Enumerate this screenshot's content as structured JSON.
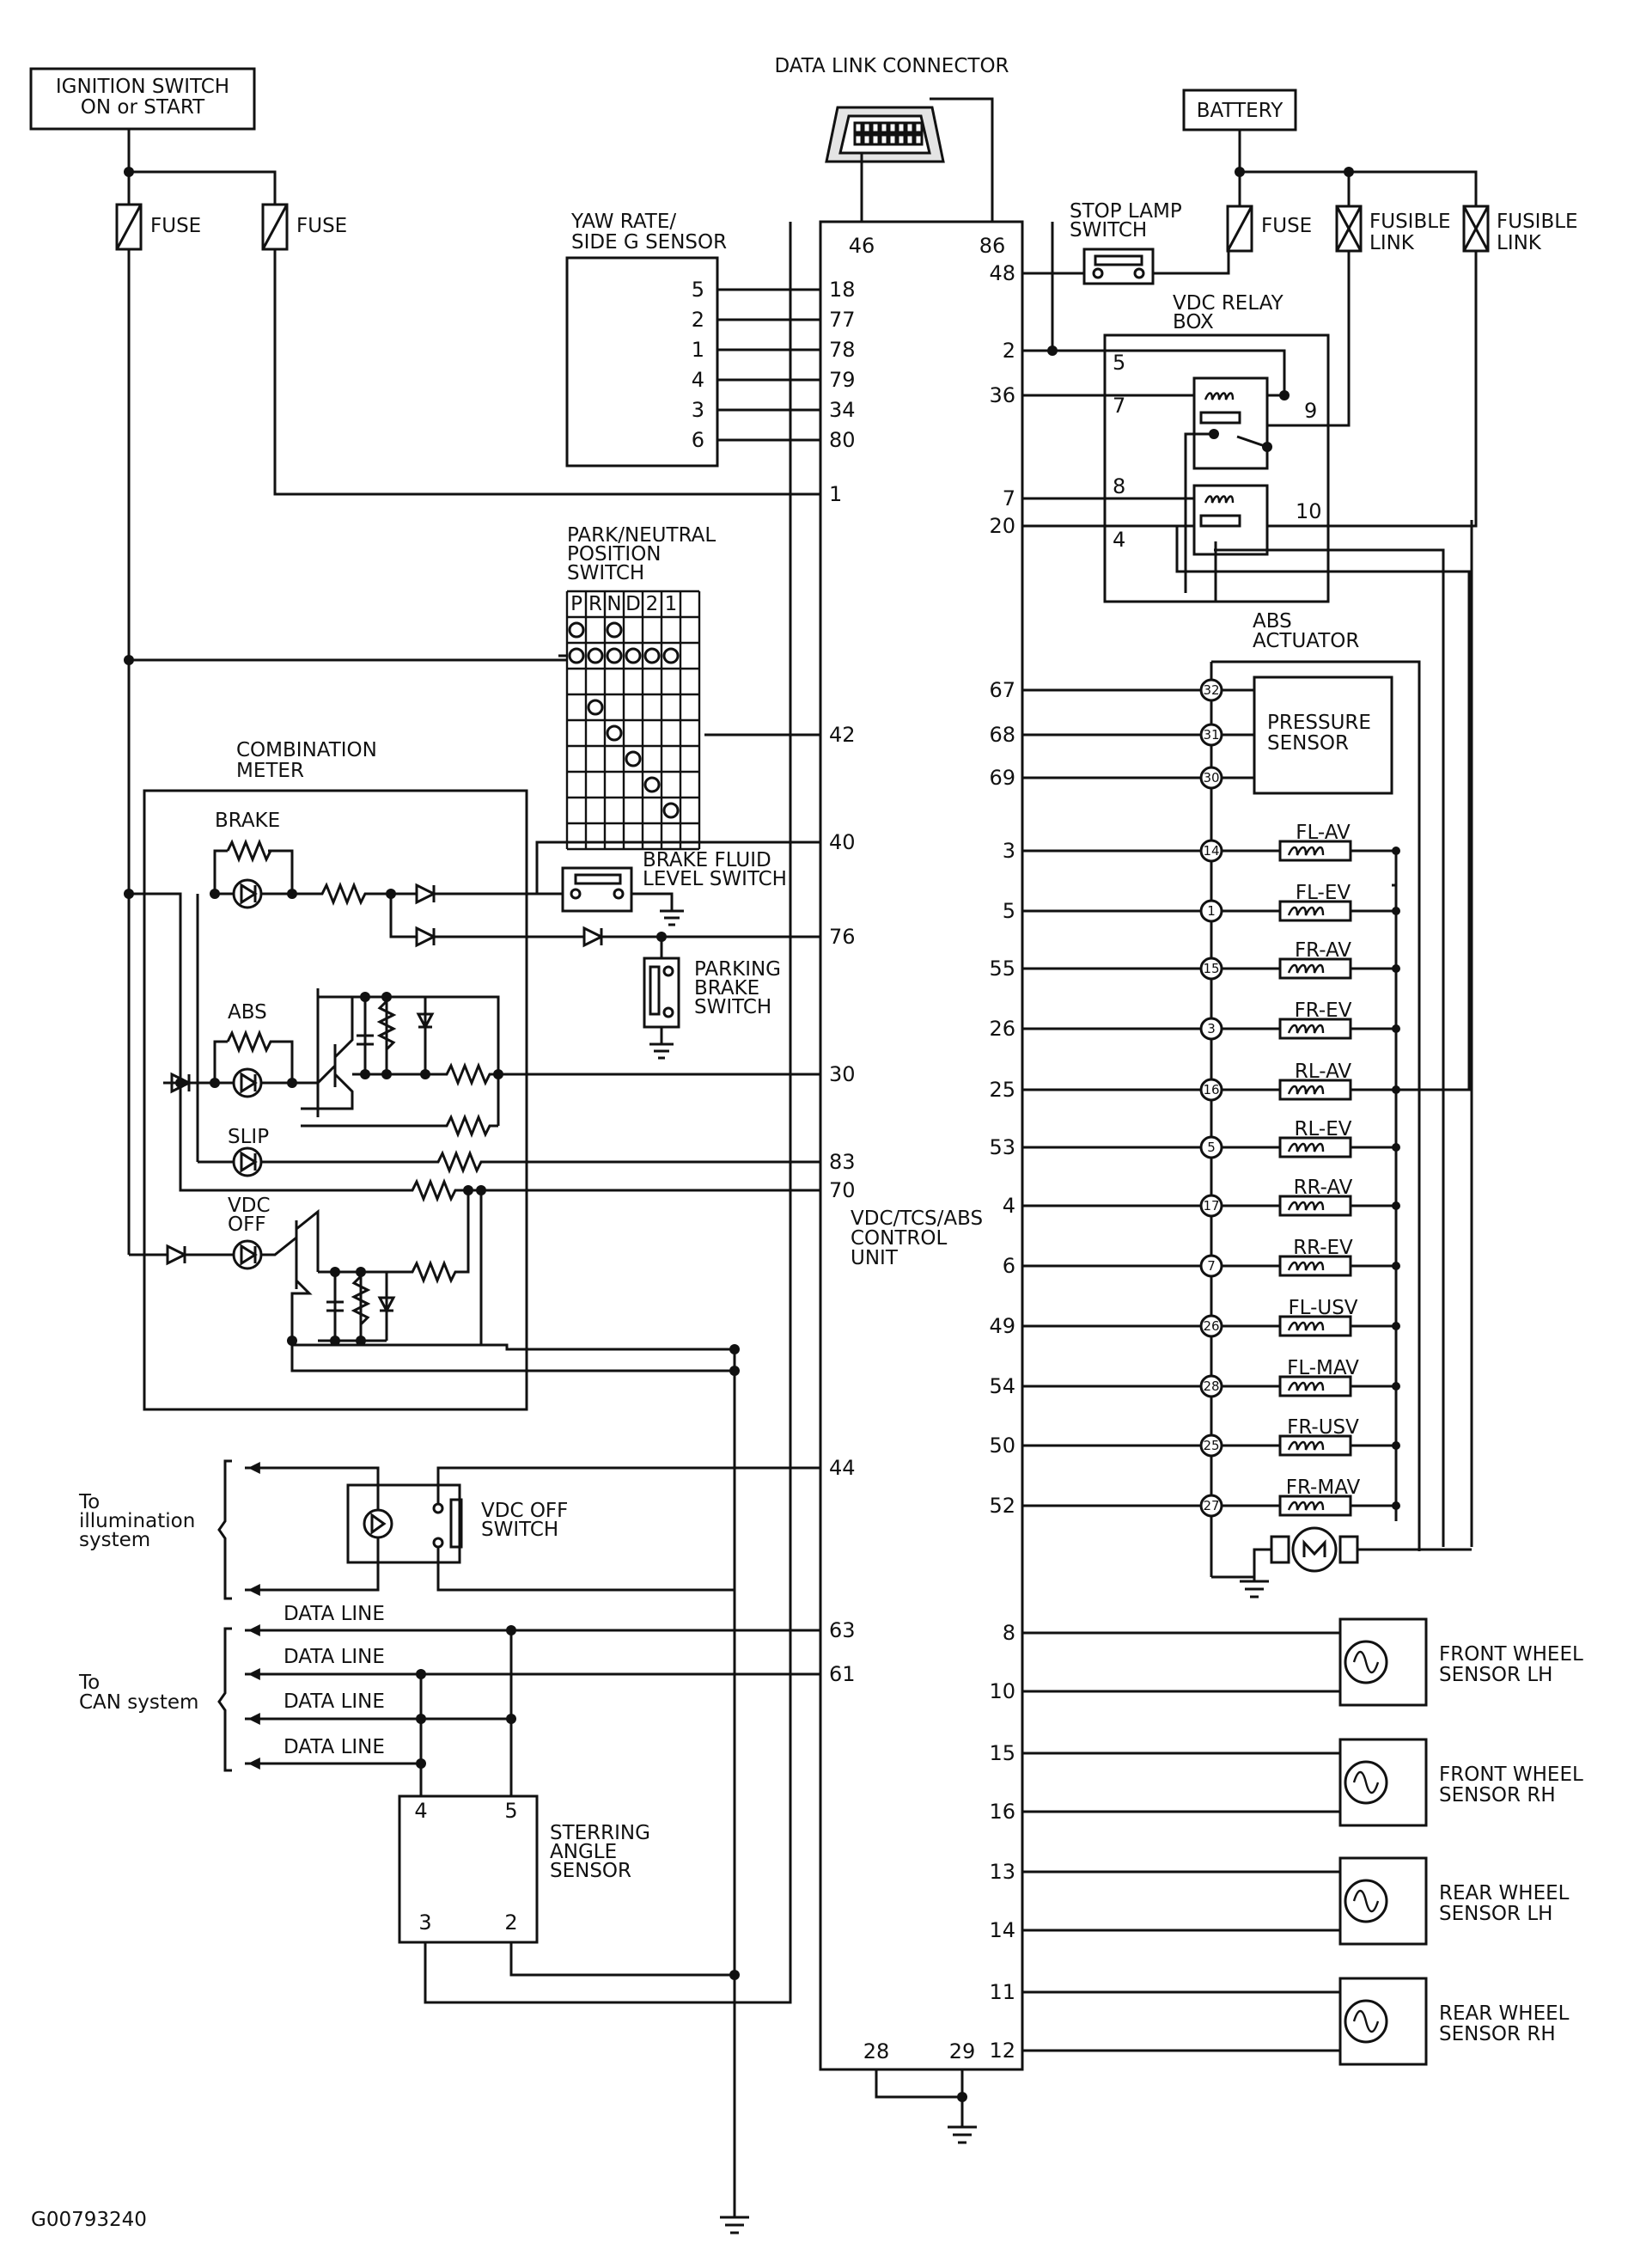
{
  "diagram_id": "G00793240",
  "ignition_switch": "IGNITION SWITCH ON or START",
  "fuse_label": "FUSE",
  "battery": "BATTERY",
  "fusible_link": "FUSIBLE LINK",
  "data_link_connector": "DATA LINK CONNECTOR",
  "stop_lamp_switch": "STOP LAMP SWITCH",
  "vdc_relay_box": "VDC RELAY BOX",
  "yaw_rate_sensor": "YAW RATE/ SIDE G SENSOR",
  "park_neutral_switch": "PARK/NEUTRAL POSITION SWITCH",
  "gear_positions": [
    "P",
    "R",
    "N",
    "D",
    "2",
    "1"
  ],
  "combination_meter": "COMBINATION METER",
  "lamps": {
    "brake": "BRAKE",
    "abs": "ABS",
    "slip": "SLIP",
    "vdc_off": "VDC OFF"
  },
  "brake_fluid_switch": "BRAKE FLUID LEVEL SWITCH",
  "parking_brake_switch": "PARKING BRAKE SWITCH",
  "control_unit": "VDC/TCS/ABS CONTROL UNIT",
  "abs_actuator": "ABS ACTUATOR",
  "pressure_sensor": "PRESSURE SENSOR",
  "vdc_off_switch": "VDC OFF SWITCH",
  "to_illumination": "To illumination system",
  "to_can": "To CAN system",
  "data_line": "DATA LINE",
  "steering_angle_sensor": "STERRING ANGLE SENSOR",
  "wheel_sensors": [
    "FRONT WHEEL SENSOR LH",
    "FRONT WHEEL SENSOR RH",
    "REAR WHEEL SENSOR LH",
    "REAR WHEEL SENSOR RH"
  ],
  "pins": {
    "dlc": [
      "46",
      "86"
    ],
    "yaw_sensor": [
      "5",
      "2",
      "1",
      "4",
      "3",
      "6"
    ],
    "cu_left": [
      "18",
      "77",
      "78",
      "79",
      "34",
      "80",
      "1",
      "42",
      "40",
      "76",
      "30",
      "83",
      "70",
      "44",
      "63",
      "61"
    ],
    "cu_right": [
      "48",
      "2",
      "36",
      "7",
      "20",
      "67",
      "68",
      "69",
      "3",
      "5",
      "55",
      "26",
      "25",
      "53",
      "4",
      "6",
      "49",
      "54",
      "50",
      "52",
      "8",
      "10",
      "15",
      "16",
      "13",
      "14",
      "11",
      "12"
    ],
    "cu_bottom": [
      "28",
      "29"
    ],
    "relay": [
      "5",
      "7",
      "9",
      "8",
      "10",
      "4"
    ],
    "actuator": [
      "32",
      "31",
      "30",
      "14",
      "1",
      "15",
      "3",
      "16",
      "5",
      "17",
      "7",
      "26",
      "28",
      "25",
      "27"
    ],
    "steering": [
      "4",
      "5",
      "3",
      "2"
    ]
  },
  "valves": [
    "FL-AV",
    "FL-EV",
    "FR-AV",
    "FR-EV",
    "RL-AV",
    "RL-EV",
    "RR-AV",
    "RR-EV",
    "FL-USV",
    "FL-MAV",
    "FR-USV",
    "FR-MAV"
  ]
}
